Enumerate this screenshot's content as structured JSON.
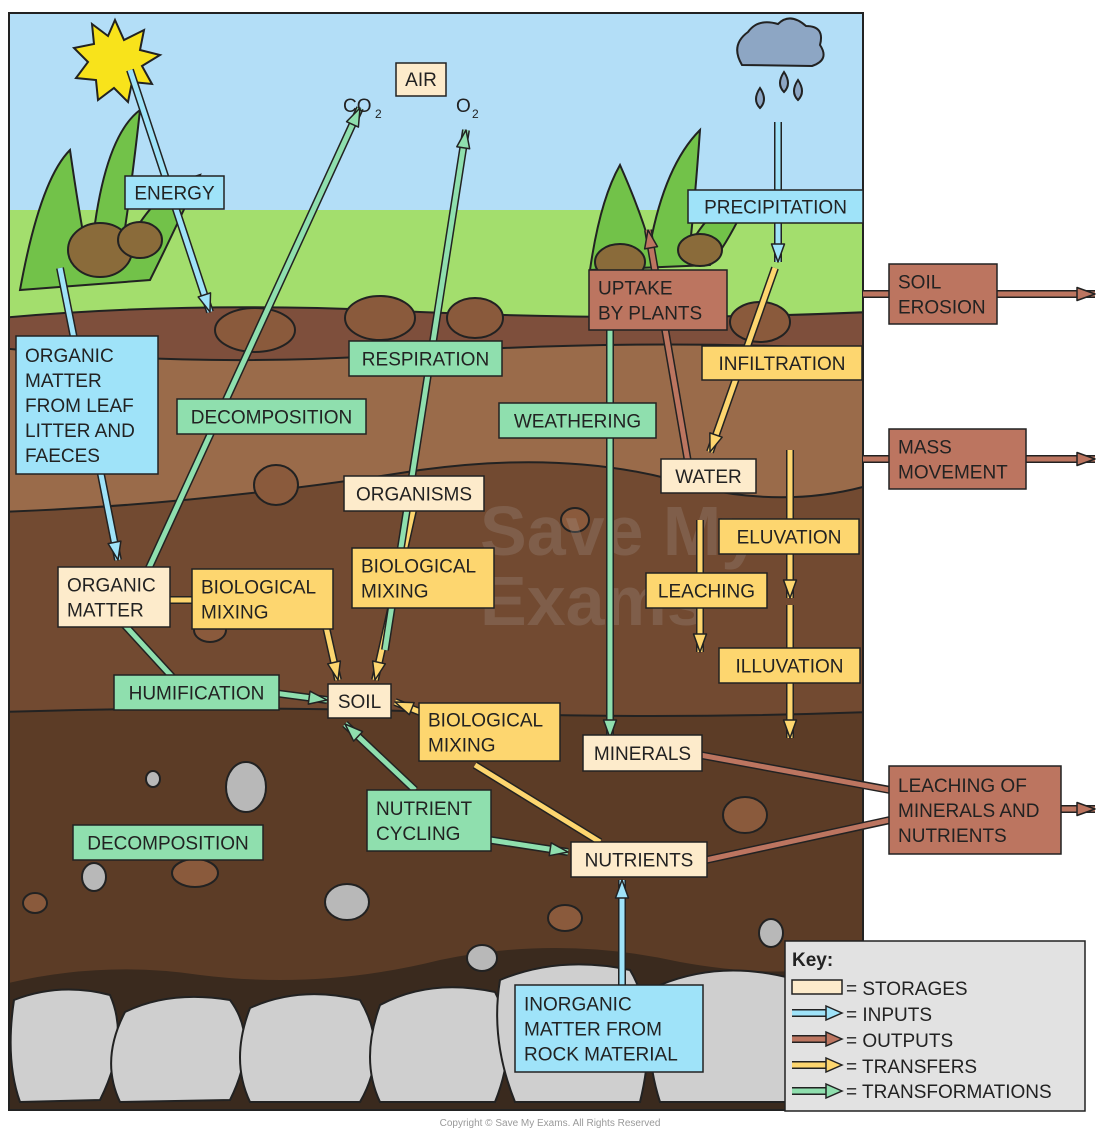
{
  "colors": {
    "storage": "#fdebcb",
    "input": "#9fe3f9",
    "output": "#bc7560",
    "transfer": "#fdd66f",
    "transformation": "#8fdfae",
    "sky": "#b3def7",
    "grass": "#a3de6d",
    "topsoil": "#7e4f3c",
    "horizonA": "#9a6b4a",
    "horizonB": "#724a31",
    "horizonC": "#5c3c26",
    "bedrock": "#cfcfcf"
  },
  "sky_labels": {
    "air": "AIR",
    "co2": "CO",
    "co2_sub": "2",
    "o2": "O",
    "o2_sub": "2"
  },
  "labels": {
    "energy": "ENERGY",
    "precipitation": "PRECIPITATION",
    "soil_erosion": [
      "SOIL",
      "EROSION"
    ],
    "uptake_by_plants": [
      "UPTAKE",
      "BY PLANTS"
    ],
    "infiltration": "INFILTRATION",
    "respiration": "RESPIRATION",
    "organic_matter_input": [
      "ORGANIC",
      "MATTER",
      "FROM LEAF",
      "LITTER AND",
      "FAECES"
    ],
    "decomposition_upper": "DECOMPOSITION",
    "weathering": "WEATHERING",
    "mass_movement": [
      "MASS",
      "MOVEMENT"
    ],
    "water": "WATER",
    "organisms": "ORGANISMS",
    "eluvation": "ELUVATION",
    "organic_matter_store": [
      "ORGANIC",
      "MATTER"
    ],
    "biological_mixing_left": [
      "BIOLOGICAL",
      "MIXING"
    ],
    "biological_mixing_center": [
      "BIOLOGICAL",
      "MIXING"
    ],
    "leaching": "LEACHING",
    "illuvation": "ILLUVATION",
    "humification": "HUMIFICATION",
    "soil": "SOIL",
    "biological_mixing_lower": [
      "BIOLOGICAL",
      "MIXING"
    ],
    "minerals": "MINERALS",
    "leaching_minerals_nutrients": [
      "LEACHING OF",
      "MINERALS AND",
      "NUTRIENTS"
    ],
    "nutrient_cycling": [
      "NUTRIENT",
      "CYCLING"
    ],
    "decomposition_lower": "DECOMPOSITION",
    "nutrients": "NUTRIENTS",
    "inorganic_matter": [
      "INORGANIC",
      "MATTER FROM",
      "ROCK MATERIAL"
    ]
  },
  "key": {
    "title": "Key:",
    "storages": "= STORAGES",
    "inputs": "= INPUTS",
    "outputs": "= OUTPUTS",
    "transfers": "= TRANSFERS",
    "transformations": "= TRANSFORMATIONS"
  },
  "watermark": [
    "Save My",
    "Exams"
  ],
  "copyright": "Copyright © Save My Exams. All Rights Reserved"
}
